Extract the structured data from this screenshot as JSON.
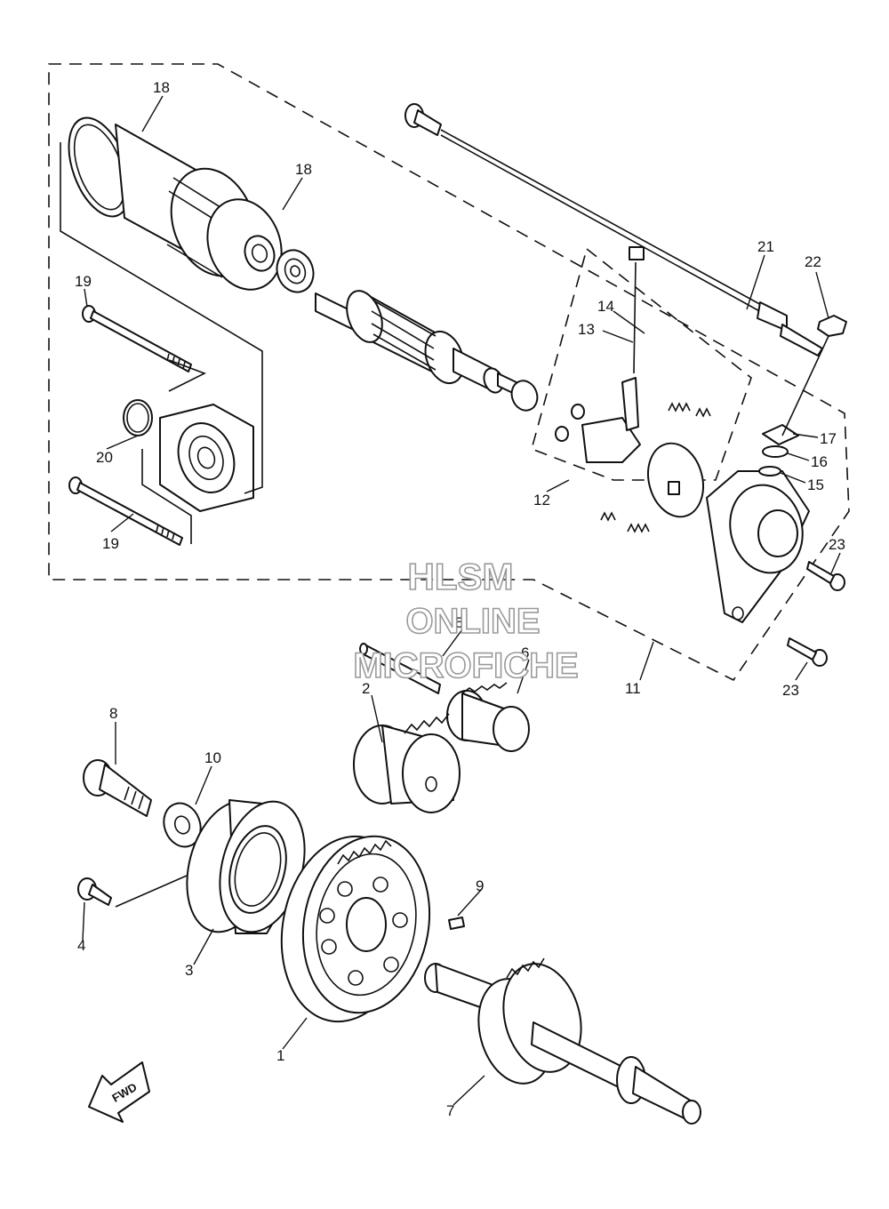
{
  "diagram": {
    "callouts": {
      "c1": "1",
      "c2": "2",
      "c3": "3",
      "c4": "4",
      "c5": "5",
      "c6": "6",
      "c7": "7",
      "c8": "8",
      "c9": "9",
      "c10": "10",
      "c11": "11",
      "c12": "12",
      "c13": "13",
      "c14": "14",
      "c15": "15",
      "c16": "16",
      "c17": "17",
      "c18a": "18",
      "c18b": "18",
      "c19a": "19",
      "c19b": "19",
      "c20": "20",
      "c21": "21",
      "c22": "22",
      "c23a": "23",
      "c23b": "23"
    },
    "direction_arrow": "FWD"
  },
  "watermark": {
    "line1": "HLSM",
    "line2": "ONLINE",
    "line3": "MICROFICHE"
  }
}
